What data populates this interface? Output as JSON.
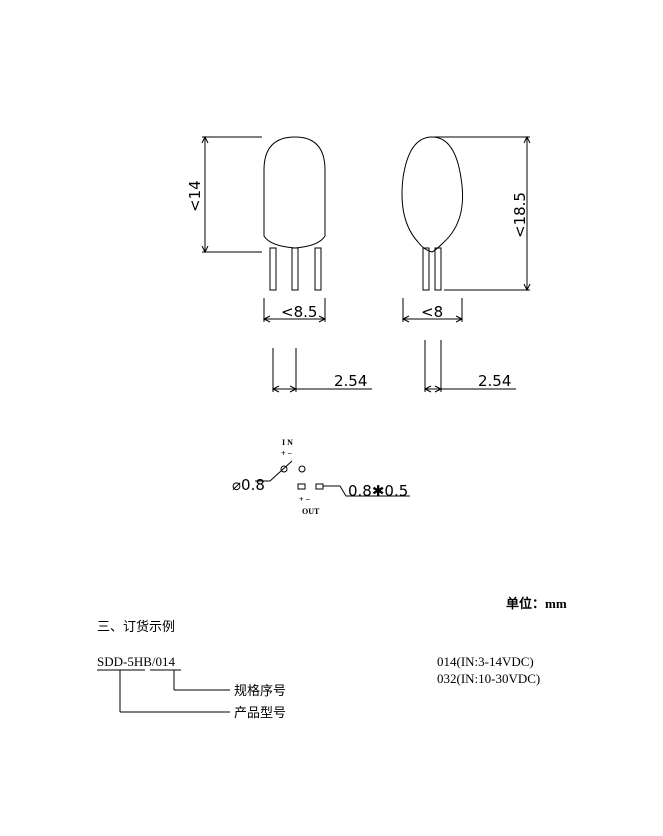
{
  "drawing": {
    "dim_height_left": "<14",
    "dim_height_right": "<18.5",
    "dim_width_left": "<8.5",
    "dim_width_right": "<8",
    "dim_pitch_left": "2.54",
    "dim_pitch_right": "2.54",
    "pin_label_in": "I N",
    "pin_label_in_signs": "+ −",
    "pin_label_out": "OUT",
    "pin_label_out_signs": "+ −",
    "dim_hole_diameter": "⌀0.8",
    "dim_pad_size": "0.8✱0.5"
  },
  "document": {
    "unit_note": "单位：mm",
    "section_title": "三、订货示例",
    "model_code": "SDD-5HB/014",
    "spec_option_1": "014(IN:3-14VDC)",
    "spec_option_2": "032(IN:10-30VDC)",
    "label_spec_serial": "规格序号",
    "label_product_model": "产品型号"
  }
}
